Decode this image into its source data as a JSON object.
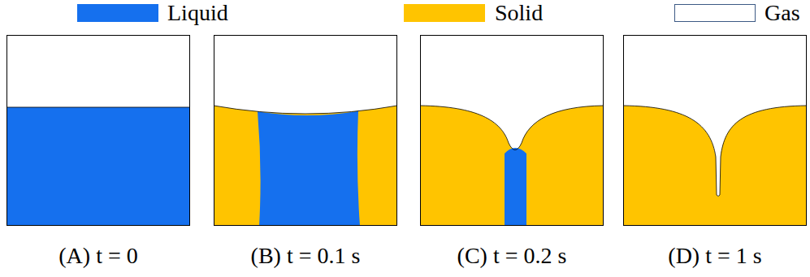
{
  "diagram": {
    "labels": [
      "(A) t = 0",
      "(B) t = 0.1 s",
      "(C) t = 0.2 s",
      "(D) t = 1 s"
    ],
    "legend": [
      {
        "text": "Liquid",
        "color": "#1570ee"
      },
      {
        "text": "Solid",
        "color": "#ffc400"
      },
      {
        "text": "Gas",
        "color": "#ffffff"
      }
    ]
  }
}
